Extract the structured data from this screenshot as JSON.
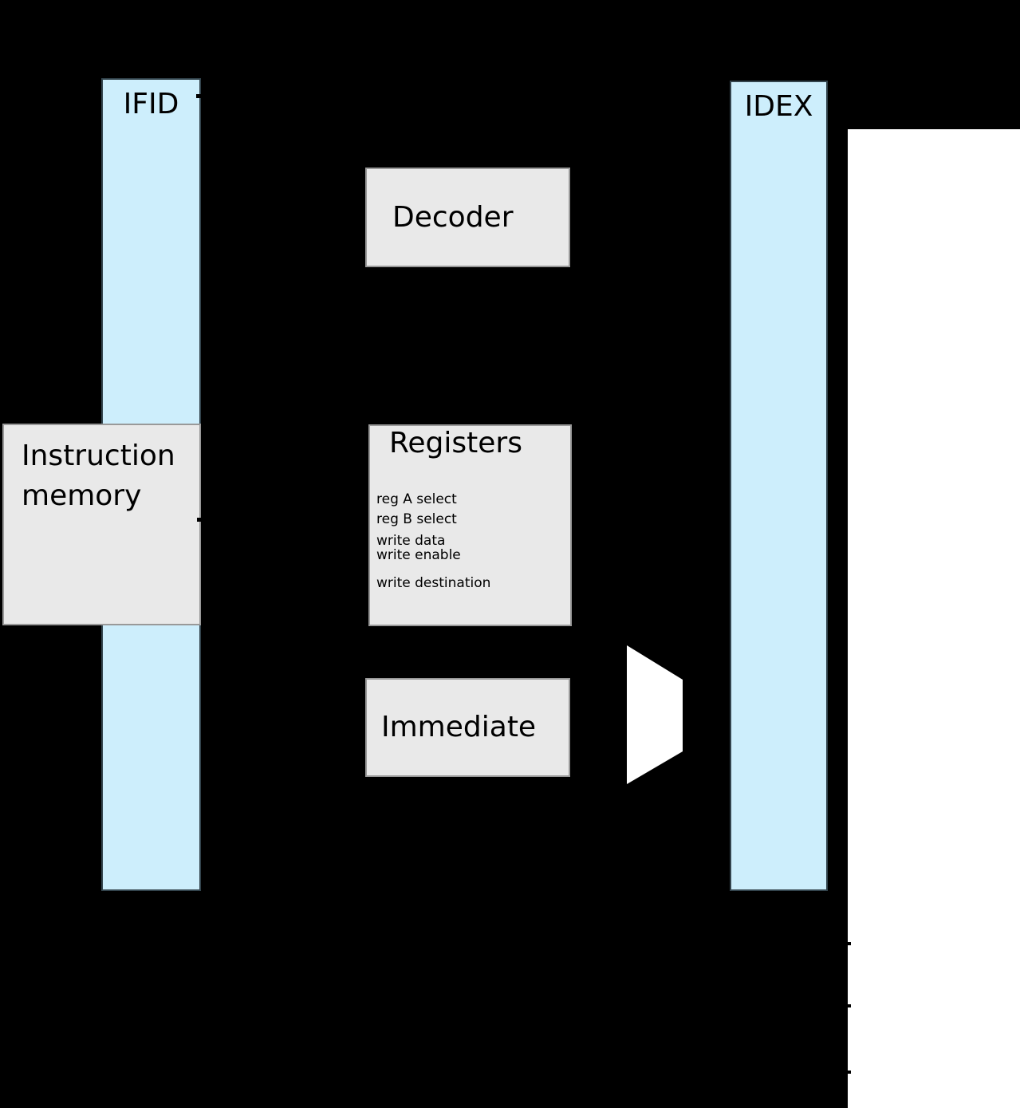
{
  "pipeline_registers": {
    "ifid": {
      "label": "IFID"
    },
    "idex": {
      "label": "IDEX"
    }
  },
  "blocks": {
    "instruction_memory": {
      "line1": "Instruction",
      "line2": "memory"
    },
    "decoder": {
      "label": "Decoder"
    },
    "registers": {
      "title": "Registers",
      "ports": [
        "reg A select",
        "reg B select",
        "write data",
        "write enable",
        "write destination"
      ]
    },
    "immediate": {
      "label": "Immediate"
    }
  },
  "icons": {
    "mux": "mux-trapezoid"
  },
  "colors": {
    "background": "#000000",
    "pipeline_register_fill": "#cdeefc",
    "block_fill": "#e9e9e9",
    "block_border": "#999999",
    "mux_fill": "#ffffff",
    "side_panel_fill": "#ffffff",
    "text": "#000000"
  }
}
